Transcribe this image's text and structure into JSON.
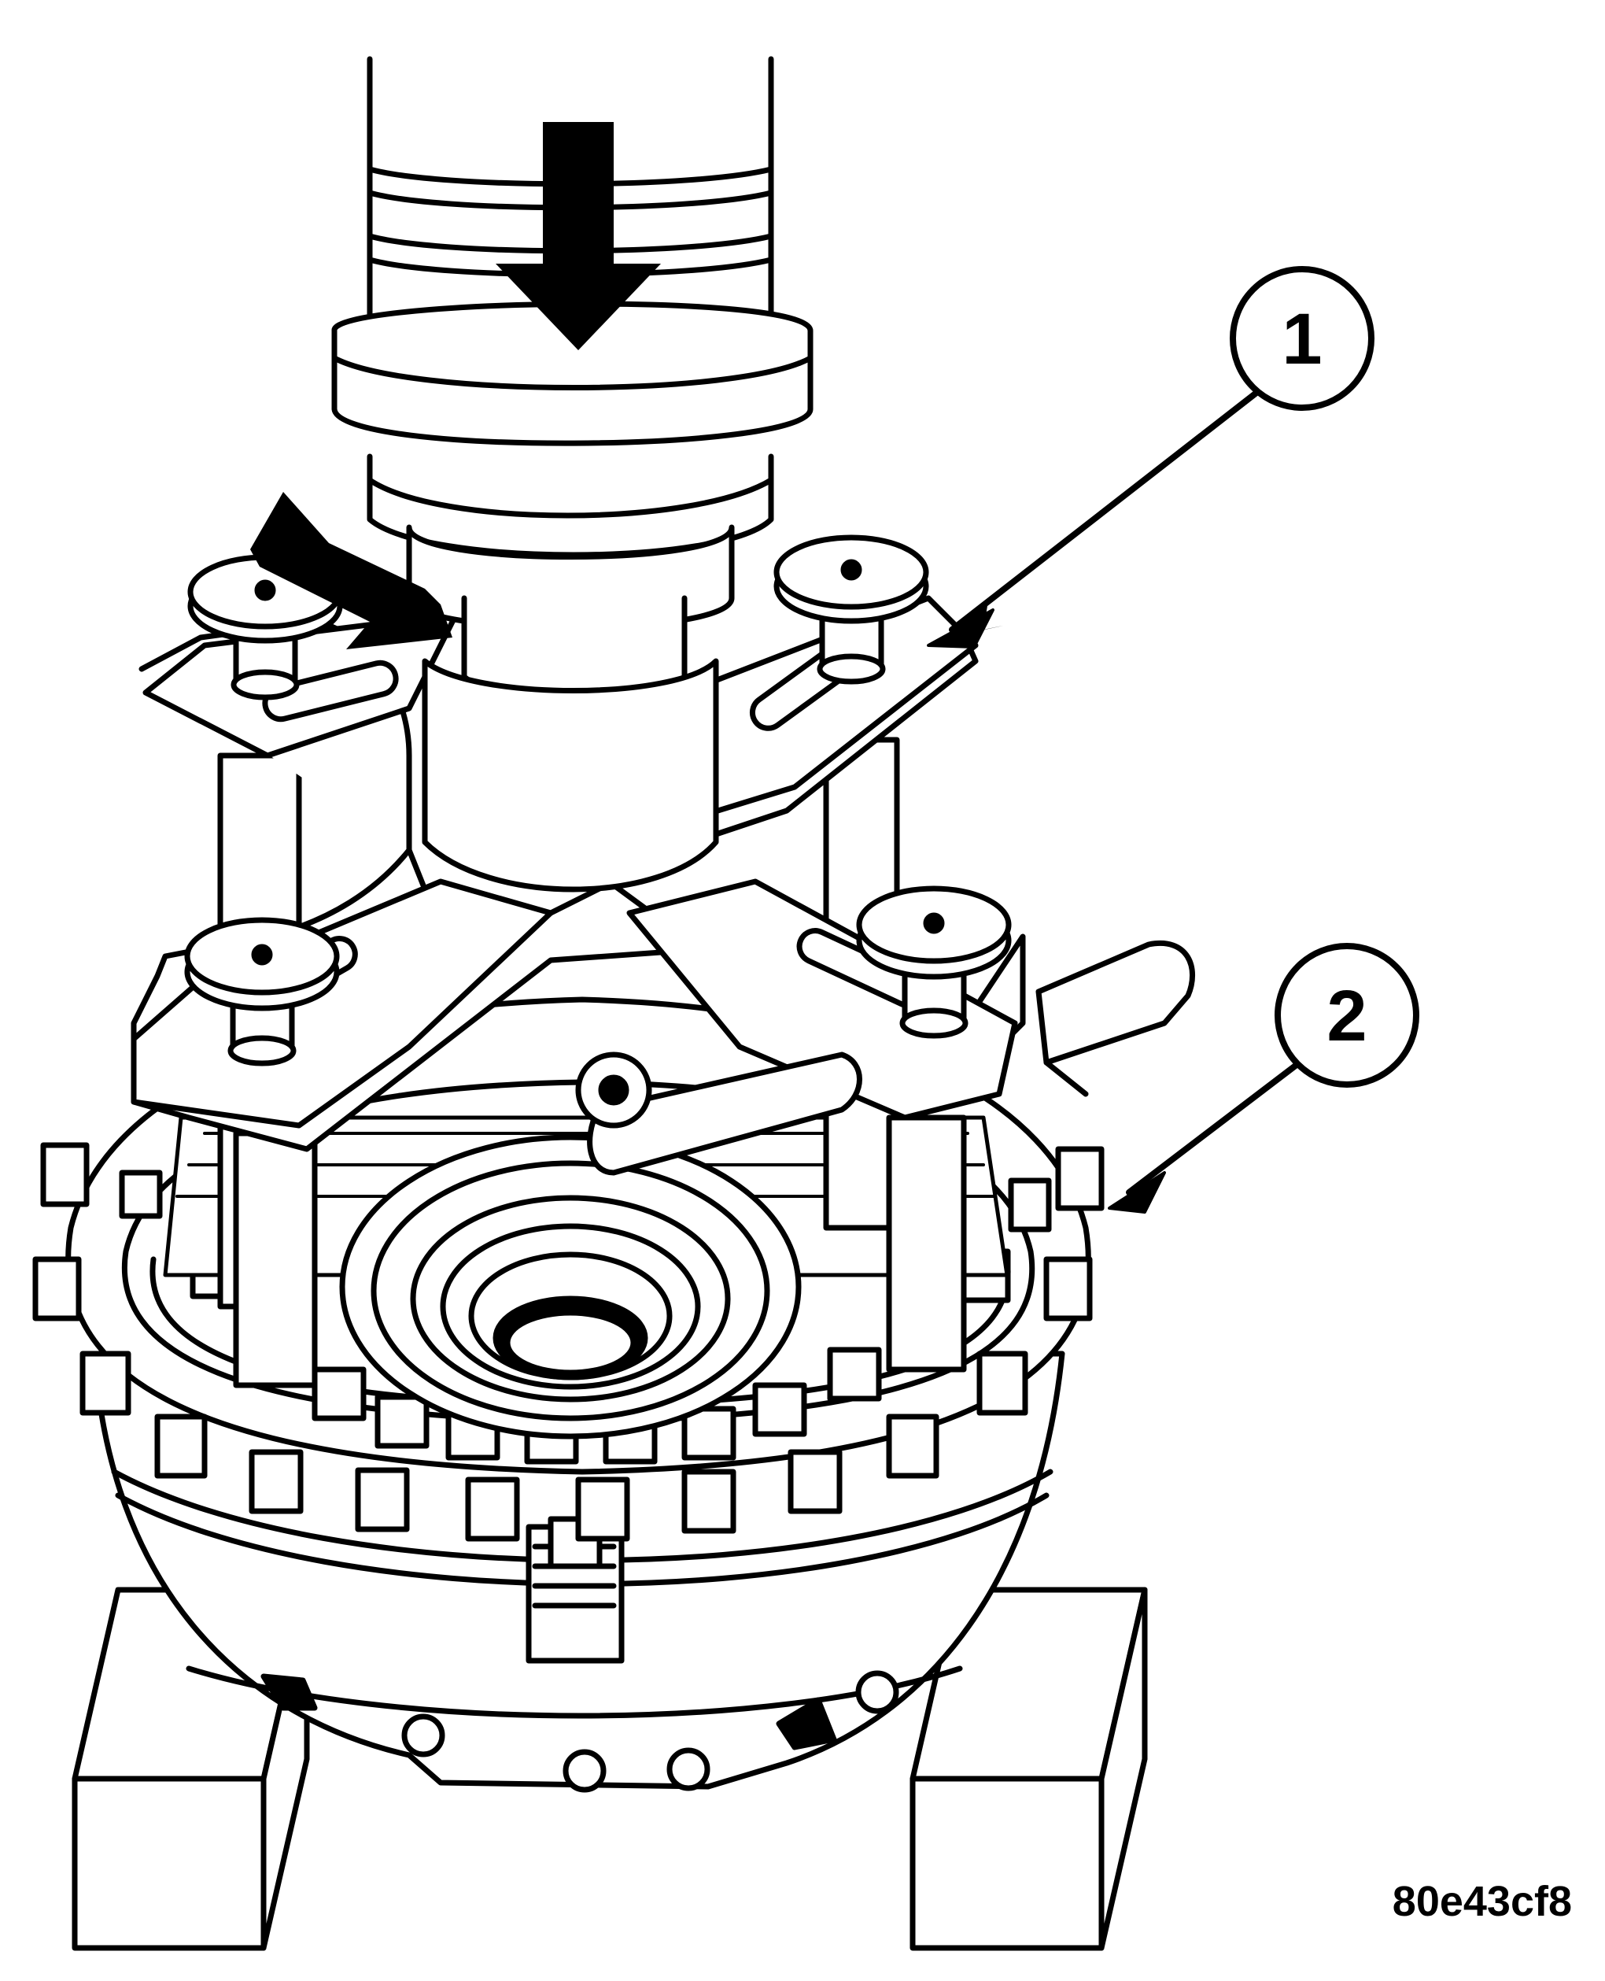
{
  "figure": {
    "id": "80e43cf8",
    "callouts": [
      {
        "number": "1"
      },
      {
        "number": "2"
      }
    ]
  },
  "colors": {
    "ink": "#000000",
    "paper": "#ffffff"
  }
}
